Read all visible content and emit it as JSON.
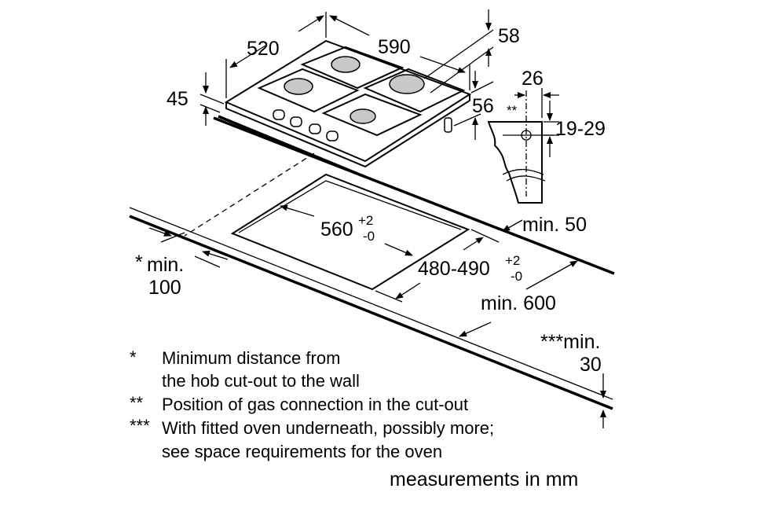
{
  "dimensions": {
    "hob_depth": "520",
    "hob_width": "590",
    "hob_height_front": "45",
    "hob_total_height": "58",
    "hob_below_top": "56",
    "gas_offset": "26",
    "gas_marker": "**",
    "gas_height": "19-29",
    "cutout_width": "560",
    "cutout_width_tol_plus": "+2",
    "cutout_width_tol_minus": "-0",
    "cutout_depth": "480-490",
    "cutout_depth_tol_plus": "+2",
    "cutout_depth_tol_minus": "-0",
    "min_back": "min. 50",
    "min_wall_star": "*",
    "min_wall_line1": "min.",
    "min_wall_line2": "100",
    "min_worktop": "min. 600",
    "min_thickness_line1": "***min.",
    "min_thickness_line2": "30"
  },
  "notes": [
    {
      "marker": "*",
      "lines": [
        "Minimum distance from",
        "the hob cut-out to the wall"
      ]
    },
    {
      "marker": "**",
      "lines": [
        "Position of gas connection in the cut-out"
      ]
    },
    {
      "marker": "***",
      "lines": [
        "With fitted oven underneath, possibly more;",
        "see space requirements for the oven"
      ]
    }
  ],
  "units_label": "measurements in mm",
  "colors": {
    "burner": "#c8c8c8",
    "line": "#000000"
  }
}
